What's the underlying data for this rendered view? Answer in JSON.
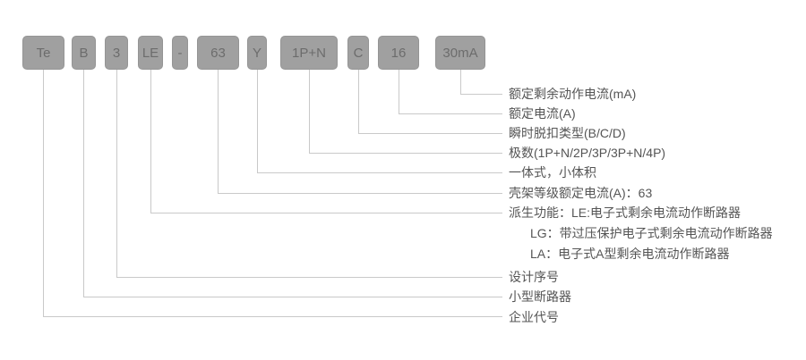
{
  "diagram": {
    "title": "model-designation-explanation",
    "boxes": [
      {
        "code": "Te"
      },
      {
        "code": "B"
      },
      {
        "code": "3"
      },
      {
        "code": "LE"
      },
      {
        "code": "-"
      },
      {
        "code": "63"
      },
      {
        "code": "Y"
      },
      {
        "code": "1P+N"
      },
      {
        "code": "C"
      },
      {
        "code": "16"
      },
      {
        "code": "30mA"
      }
    ],
    "labels": [
      {
        "text": "额定剩余动作电流(mA)"
      },
      {
        "text": "额定电流(A)"
      },
      {
        "text": "瞬时脱扣类型(B/C/D)"
      },
      {
        "text": "极数(1P+N/2P/3P/3P+N/4P)"
      },
      {
        "text": "一体式，小体积"
      },
      {
        "text": "壳架等级额定电流(A)：63"
      },
      {
        "text": "派生功能：LE:电子式剩余电流动作断路器"
      },
      {
        "text": "LG：带过压保护电子式剩余电流动作断路器"
      },
      {
        "text": "LA：电子式A型剩余电流动作断路器"
      },
      {
        "text": "设计序号"
      },
      {
        "text": "小型断路器"
      },
      {
        "text": "企业代号"
      }
    ],
    "colors": {
      "box_fill": "#a0a0a0",
      "box_text": "#6c6c6c",
      "connector_line": "#c9c9c9",
      "label_text": "#555555",
      "background": "#ffffff"
    }
  }
}
